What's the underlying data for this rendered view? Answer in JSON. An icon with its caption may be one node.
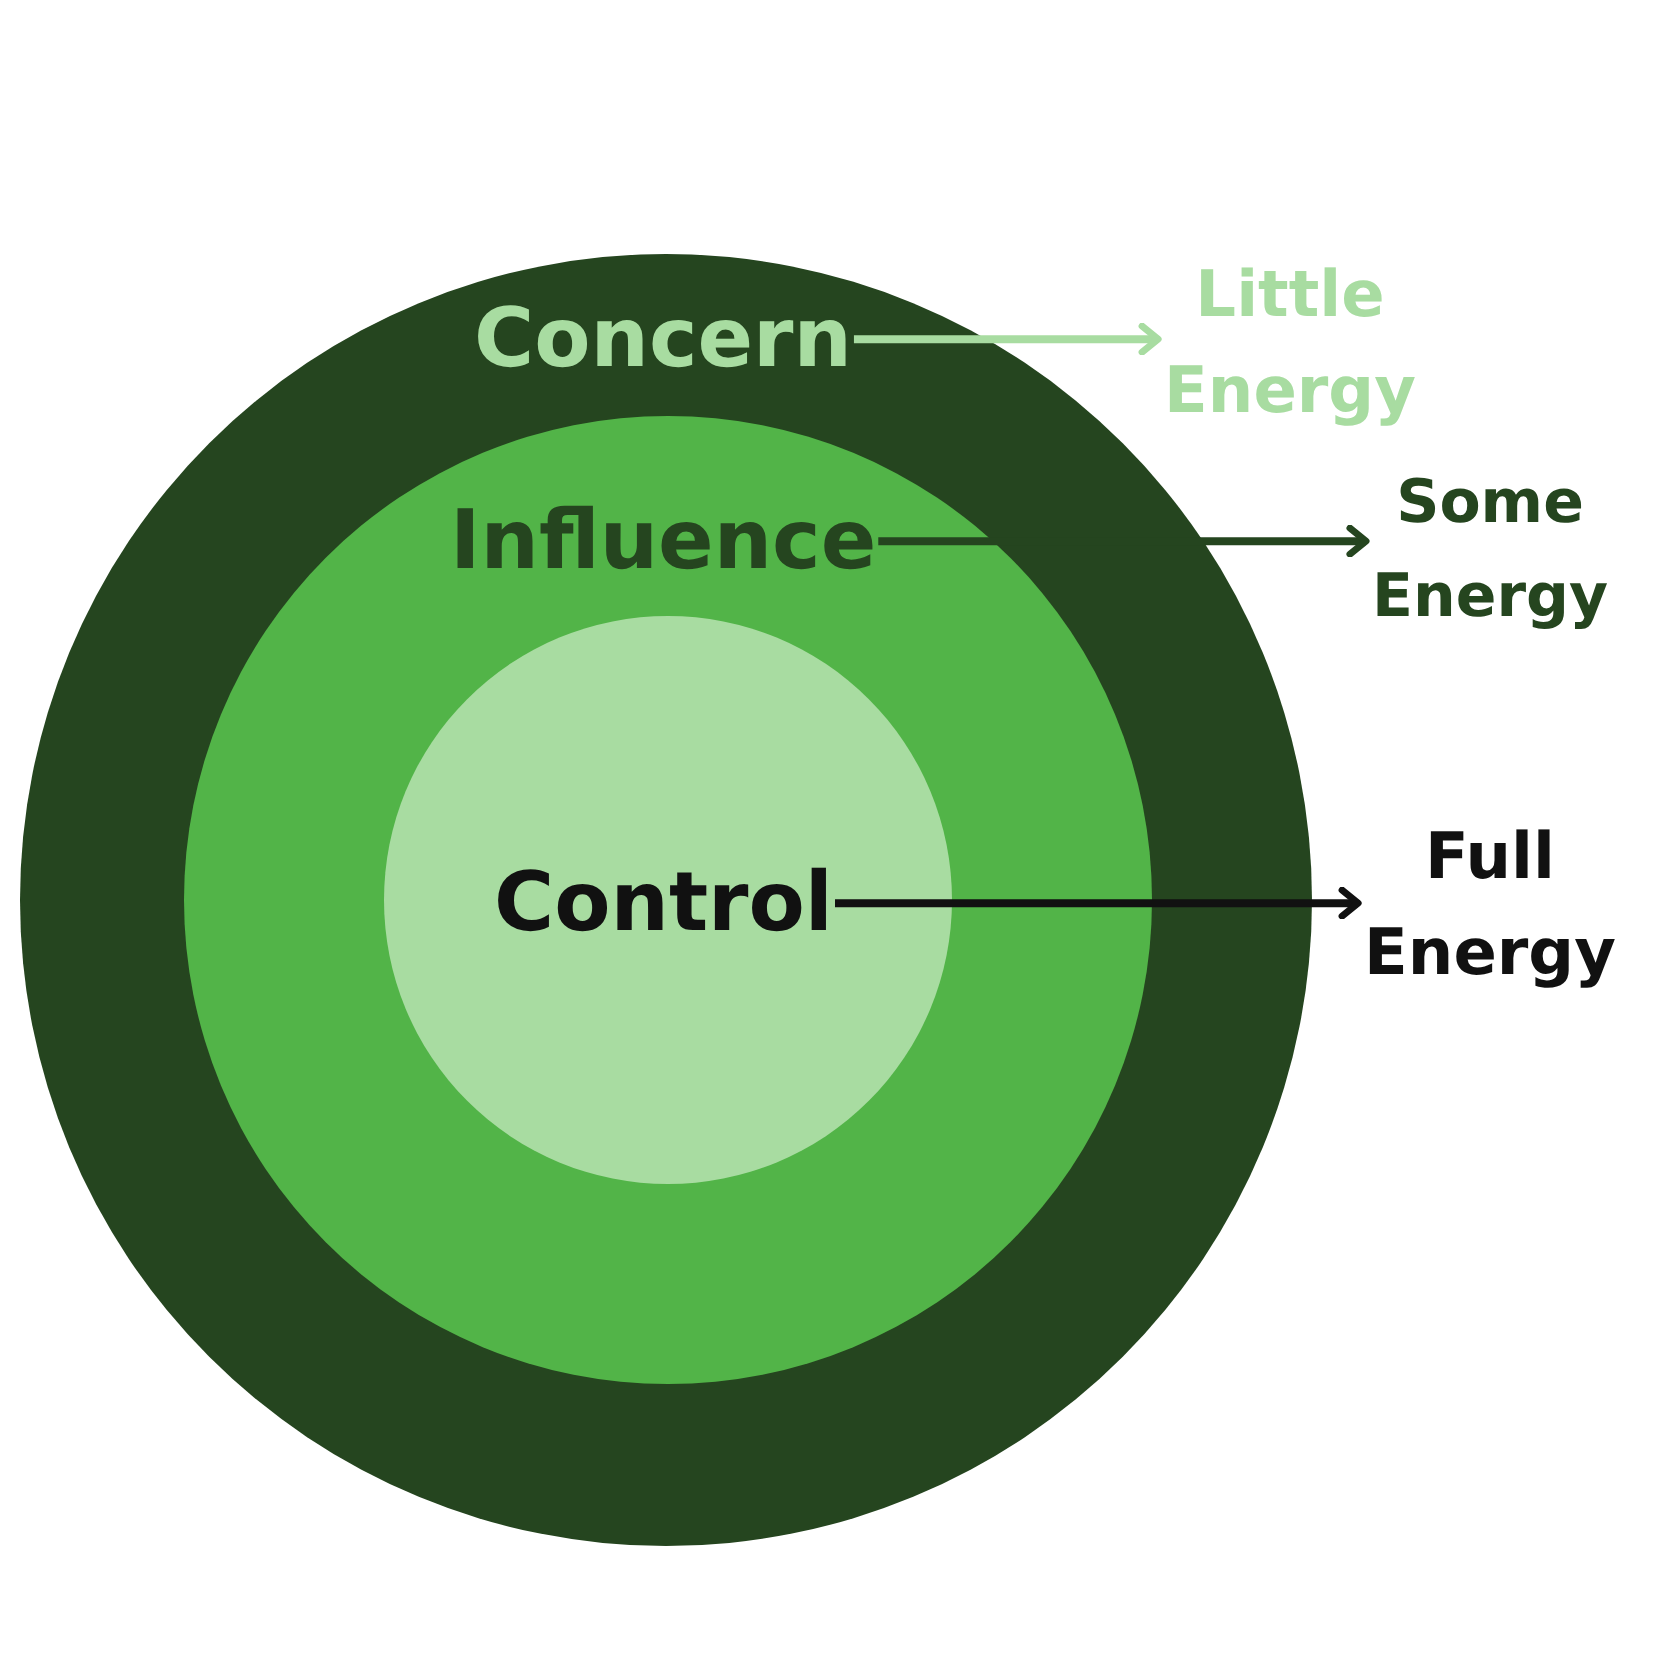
{
  "diagram": {
    "nodes": [
      {
        "text": [],
        "shape": "circle"
      },
      {
        "text": [
          "Concern"
        ],
        "in": 0
      },
      {
        "text": [
          "Little Energy"
        ]
      },
      {
        "text": [],
        "shape": "circle",
        "in": 0
      },
      {
        "text": [
          "Influence"
        ],
        "in": 3
      },
      {
        "text": [
          "Some Energy"
        ]
      },
      {
        "text": [],
        "shape": "circle",
        "in": 3
      },
      {
        "text": [
          "Control"
        ],
        "in": 6
      },
      {
        "text": [
          "Full Energy"
        ]
      }
    ],
    "edges": [
      {
        "from": 1,
        "to": 2,
        "arrow": "to",
        "color": "#a8dca1"
      },
      {
        "from": 4,
        "to": 5,
        "arrow": "to",
        "color": "#25451f"
      },
      {
        "from": 7,
        "to": 8,
        "arrow": "to",
        "color": "#111111"
      }
    ]
  }
}
